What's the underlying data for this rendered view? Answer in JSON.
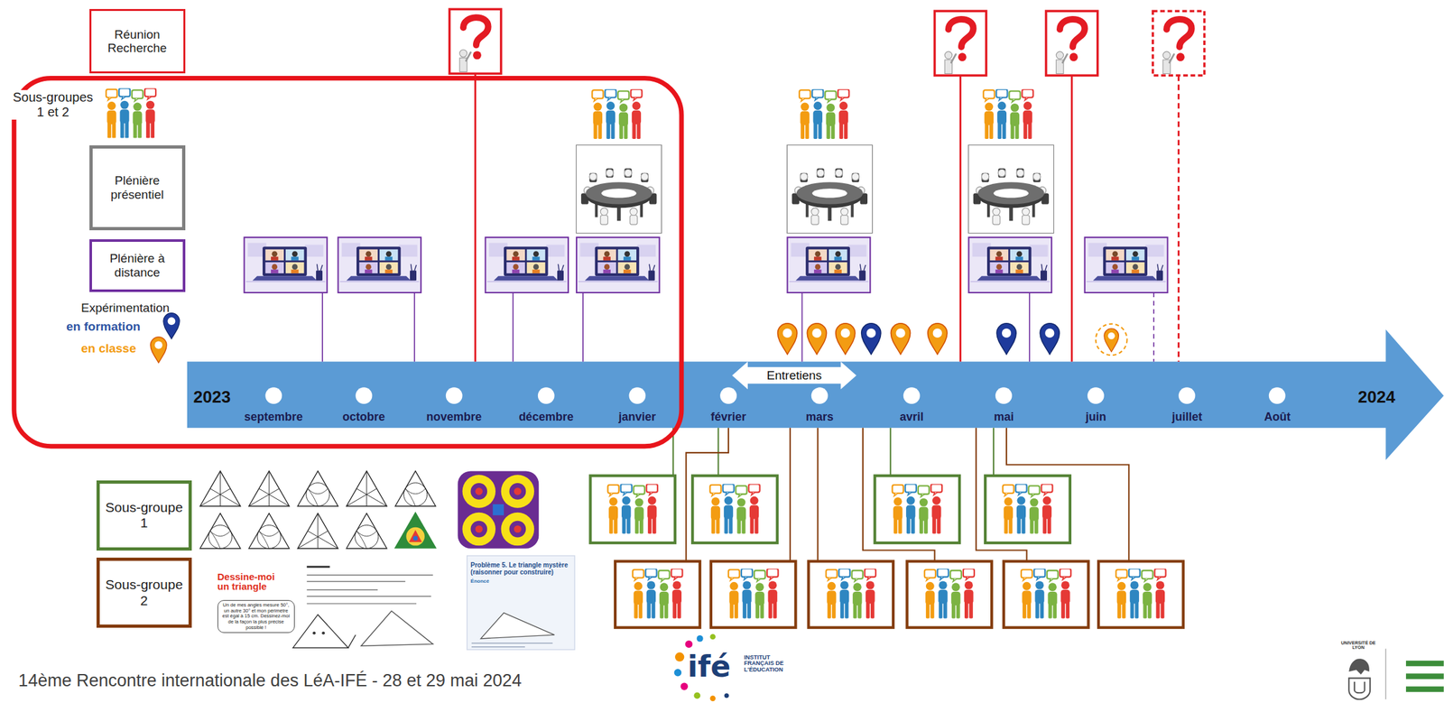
{
  "diagram": {
    "nodes": [
      {
        "text": [
          "Réunion Recherche"
        ]
      },
      {
        "text": [
          "Plénière présentiel"
        ]
      },
      {
        "text": [
          "Plénière à distance"
        ]
      },
      {
        "text": [
          "2023",
          "septembre",
          "octobre",
          "novembre",
          "décembre",
          "janvier",
          "février",
          "mars",
          "avril",
          "mai",
          "juin",
          "juillet",
          "Août",
          "2024"
        ]
      },
      {
        "text": [
          "Sous-groupe 1"
        ]
      },
      {
        "text": [
          "Sous-groupe 2"
        ]
      }
    ],
    "labels": [
      "Sous-groupes 1 et 2",
      "Expérimentation",
      "Entretiens",
      "Dessine-moi un triangle",
      "Un de mes angles mesure 50°, un autre 30° et mon périmètre est égal à 15 cm. Dessinez-moi de la façon la plus précise possible !",
      "Problème 5. Le triangle mystère (raisonner pour construire)",
      "Énoncé",
      "14ème Rencontre internationale des LéA-IFÉ - 28 et 29 mai 2024",
      "ifé",
      "INSTITUT FRANÇAIS DE L'ÉDUCATION",
      "UNIVERSITÉ DE LYON"
    ],
    "legend": [
      {
        "text": "en formation"
      },
      {
        "text": "en classe"
      }
    ]
  }
}
